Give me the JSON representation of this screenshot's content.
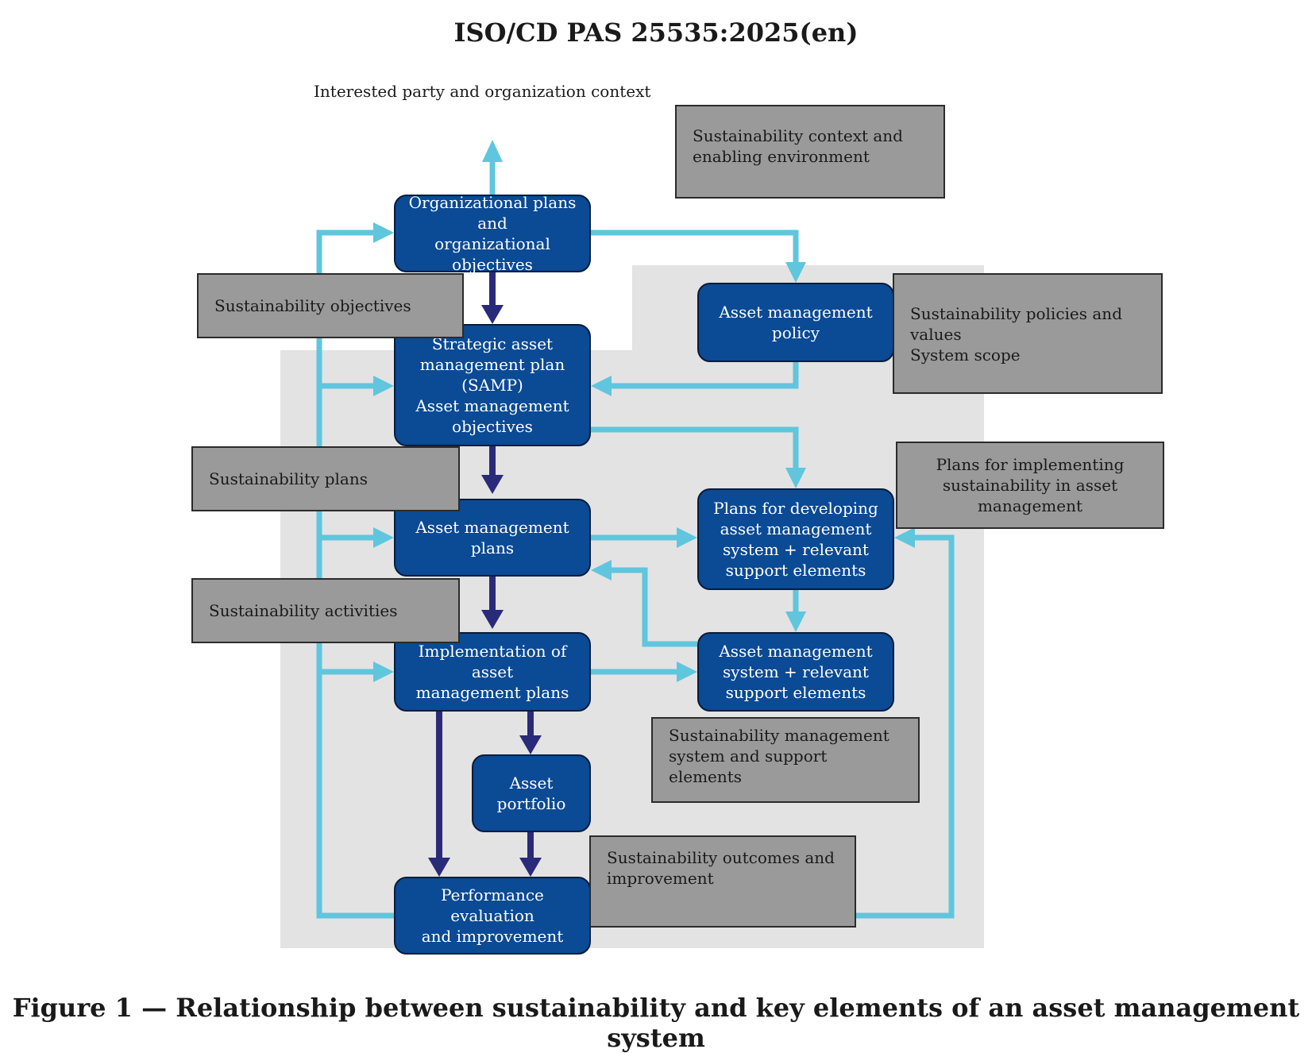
{
  "header": {
    "doc_id": "ISO/CD PAS 25535:2025(en)"
  },
  "diagram": {
    "context_label": "Interested party and organization context",
    "blue_boxes": {
      "org_plans": "Organizational plans and\norganizational\nobjectives",
      "am_policy": "Asset management\npolicy",
      "samp": "Strategic asset\nmanagement plan\n(SAMP)\nAsset management\nobjectives",
      "plans_developing": "Plans for developing\nasset management\nsystem + relevant\nsupport elements",
      "am_plans": "Asset management\nplans",
      "am_system": "Asset management\nsystem + relevant\nsupport elements",
      "implementation": "Implementation of asset\nmanagement plans",
      "asset_portfolio": "Asset\nportfolio",
      "performance": "Performance evaluation\nand improvement"
    },
    "gray_boxes": {
      "sus_context": "Sustainability context and\nenabling environment",
      "sus_objectives": "Sustainability objectives",
      "sus_policies": "Sustainability policies and\nvalues\nSystem scope",
      "sus_plans": "Sustainability plans",
      "plans_implementing": "Plans for implementing\nsustainability in asset\nmanagement",
      "sus_activities": "Sustainability activities",
      "sus_mgmt_system": "Sustainability management\nsystem and support elements",
      "sus_outcomes": "Sustainability outcomes and\nimprovement"
    },
    "colors": {
      "box_blue": "#0b4a94",
      "light_arrow": "#5fc6dd",
      "dark_arrow": "#2a2a7a",
      "gray_box": "#9a9a9a",
      "background_region": "#e3e3e3"
    }
  },
  "caption": {
    "text": "Figure 1 — Relationship between sustainability and key elements of an asset management system"
  }
}
